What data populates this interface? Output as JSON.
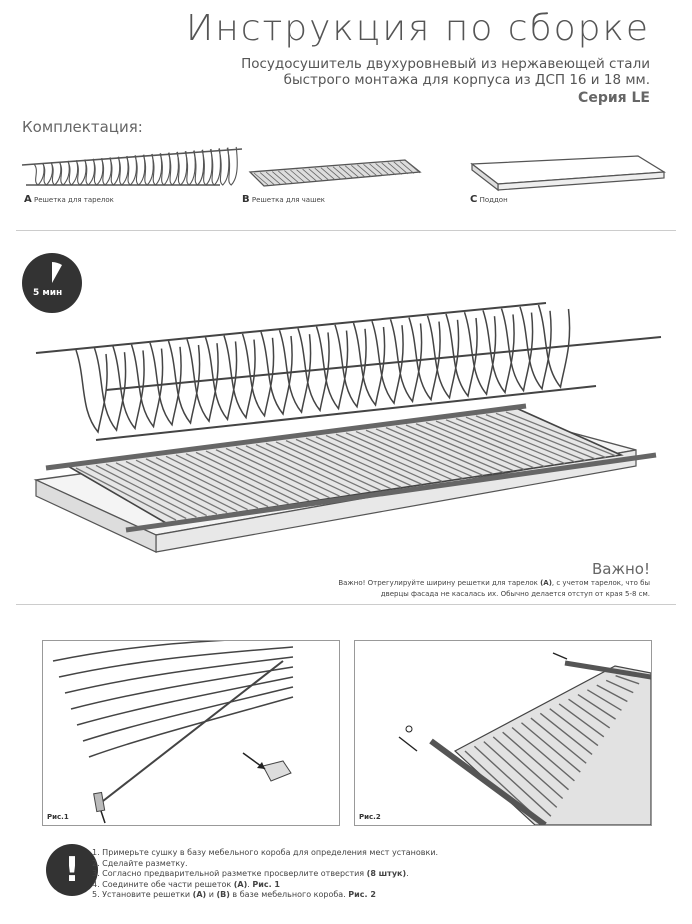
{
  "header": {
    "title": "Инструкция по сборке",
    "subtitle_line1": "Посудосушитель двухуровневый из нержавеющей стали",
    "subtitle_line2": "быстрого монтажа  для корпуса из ДСП 16 и 18 мм.",
    "series": "Серия LE"
  },
  "kit": {
    "label": "Комплектация:",
    "items": [
      {
        "letter": "А",
        "caption": "Решетка для тарелок"
      },
      {
        "letter": "В",
        "caption": "Решетка для чашек"
      },
      {
        "letter": "С",
        "caption": "Поддон"
      }
    ]
  },
  "assembly": {
    "timer_label": "5 мин",
    "important_title": "Важно!",
    "important_line1_pre": "Важно! Отрегулируйте ширину решетки для тарелок ",
    "important_line1_bold": "(А)",
    "important_line1_post": ", с учетом тарелок, что бы",
    "important_line2": "дверцы фасада не касалась их. Обычно делается отступ от края 5-8 см."
  },
  "figures": [
    {
      "caption": "Рис.1"
    },
    {
      "caption": "Рис.2"
    }
  ],
  "steps": {
    "s1": "1. Примерьте сушку в базу мебельного короба для определения мест установки.",
    "s2": "2. Сделайте разметку.",
    "s3_pre": "3. Согласно предварительной разметке просверлите отверстия ",
    "s3_bold": "(8 штук)",
    "s3_post": ".",
    "s4_pre": "4. Соедините обе части решеток ",
    "s4_bold1": "(А)",
    "s4_mid": ". ",
    "s4_bold2": "Рис. 1",
    "s5_pre": "5. Установите решетки ",
    "s5_bold1": "(А)",
    "s5_mid": " и ",
    "s5_bold2": "(В)",
    "s5_mid2": " в базе мебельного короба. ",
    "s5_bold3": "Рис. 2"
  }
}
